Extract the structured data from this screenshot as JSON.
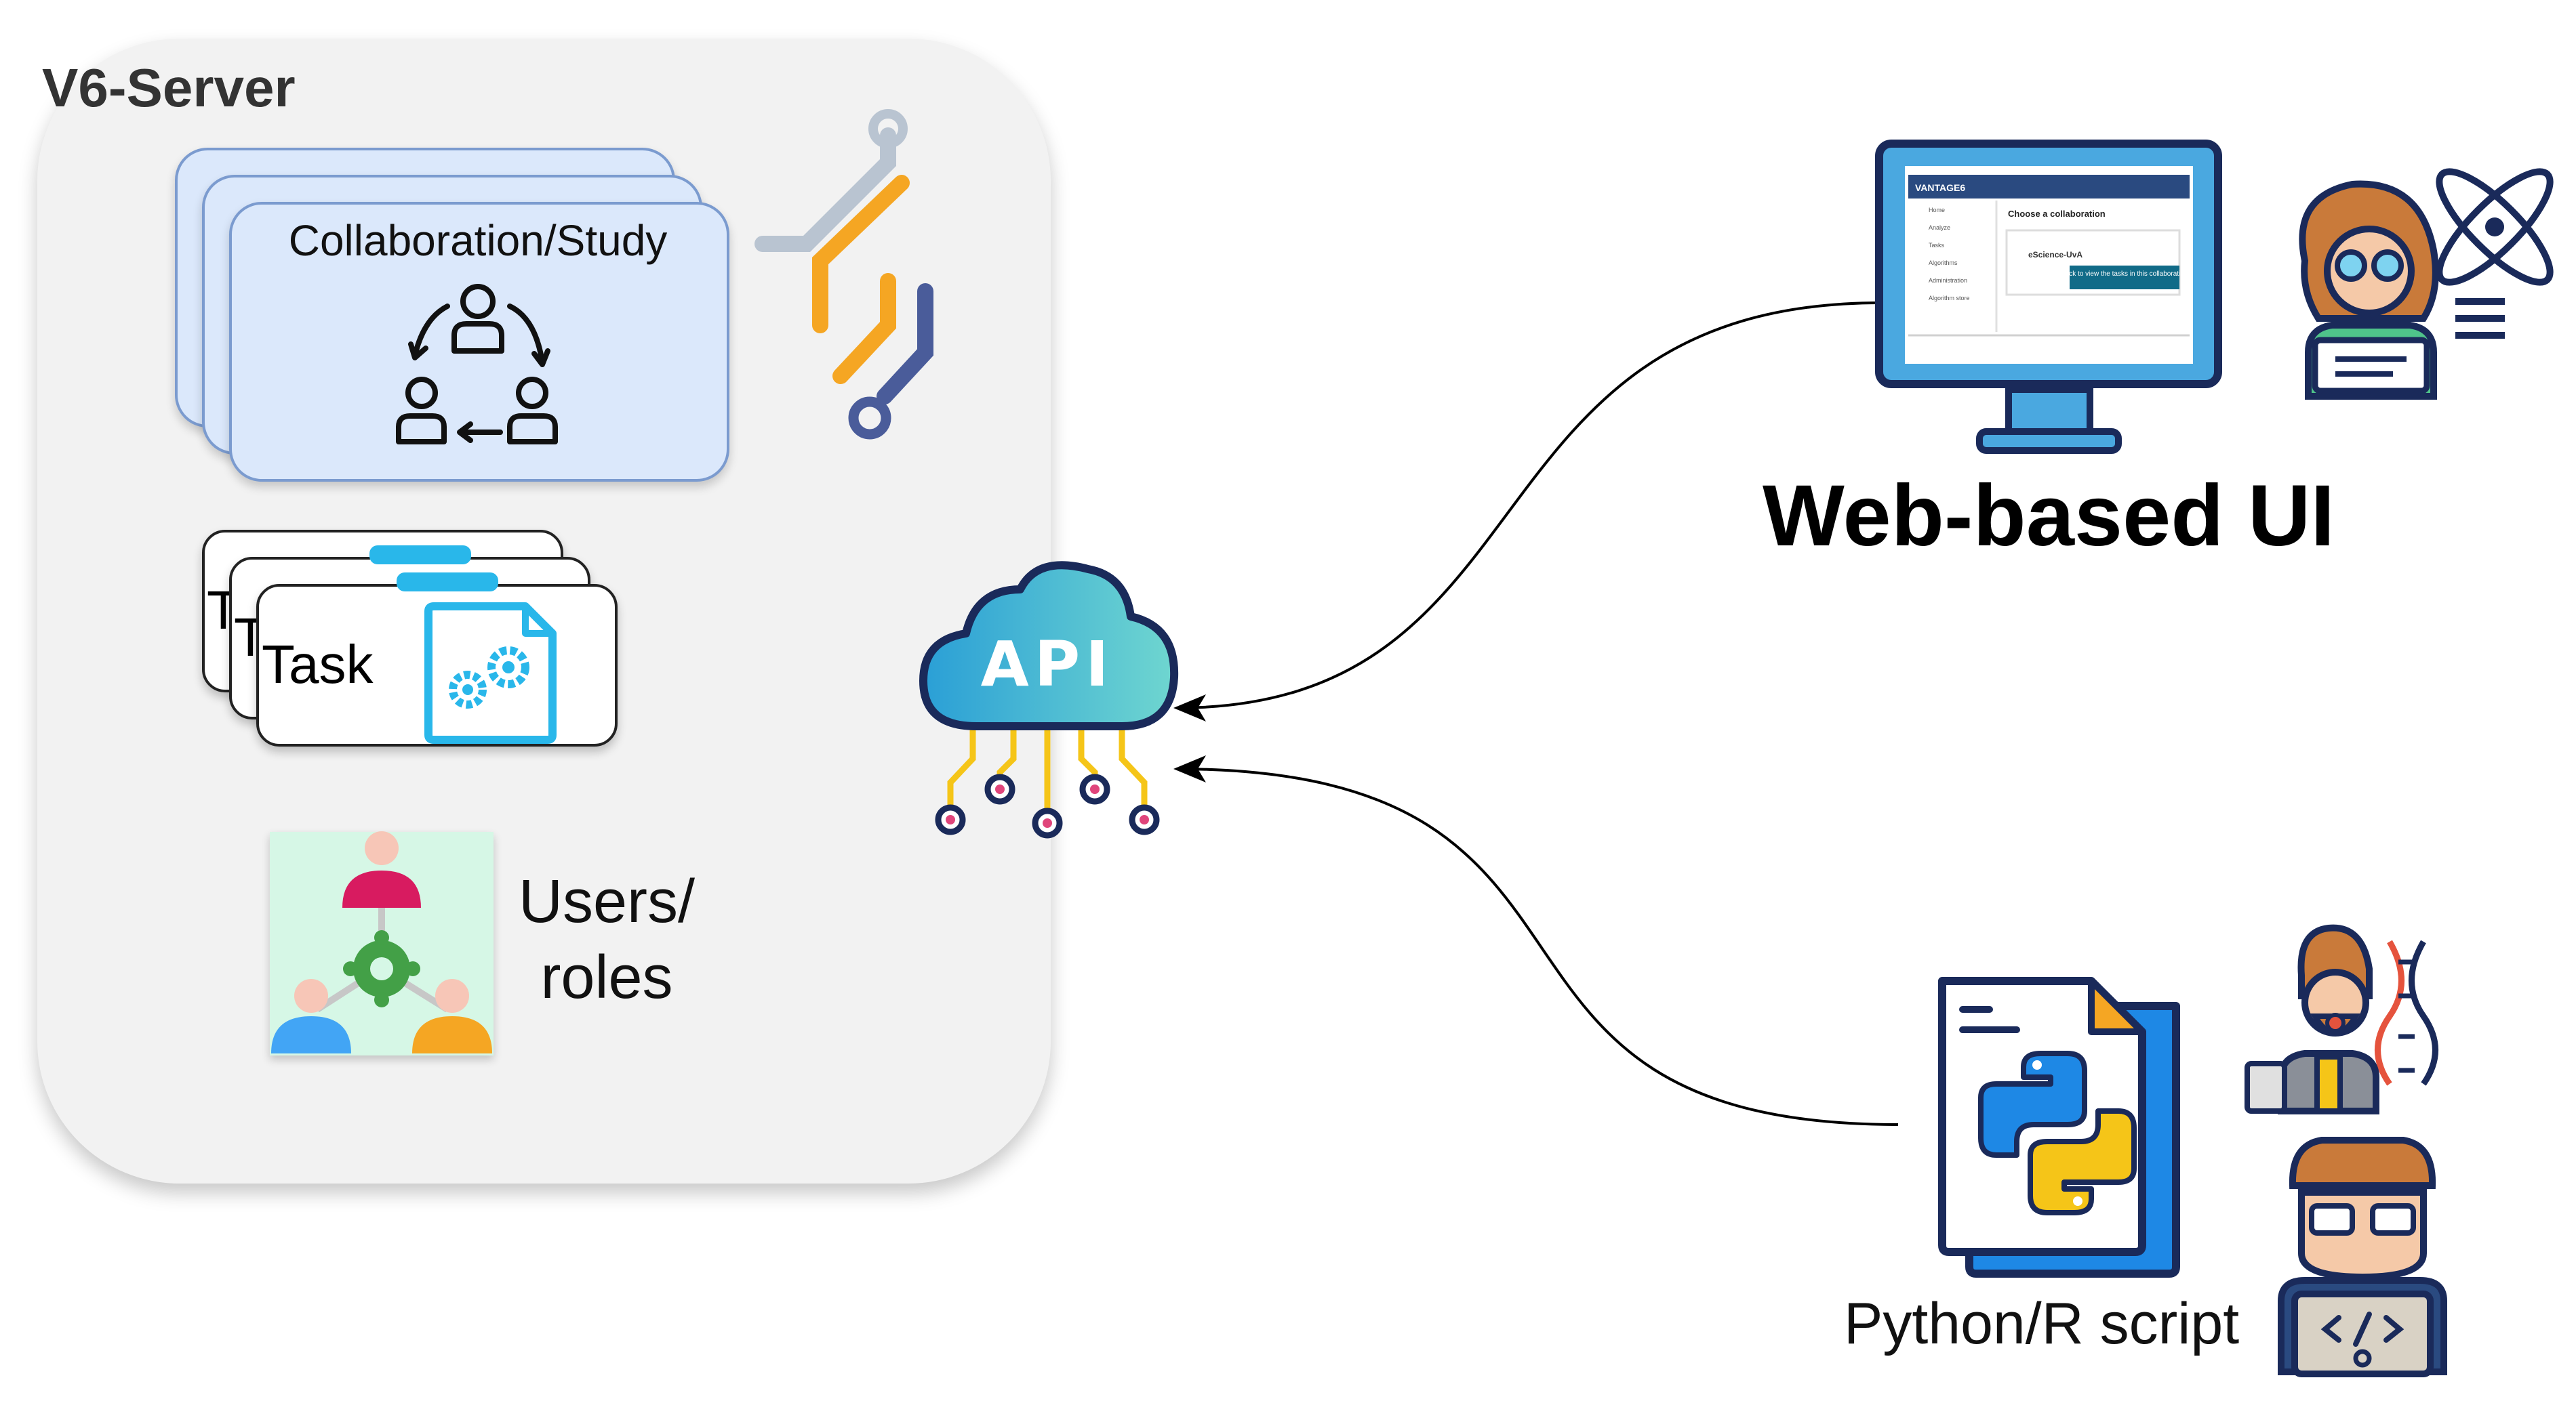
{
  "server": {
    "title": "V6-Server"
  },
  "collaboration": {
    "label": "Collaboration/Study"
  },
  "tasks": {
    "label": "Task",
    "back_fragment_1": "T",
    "back_fragment_2": "T"
  },
  "users": {
    "line1": "Users/",
    "line2": "roles"
  },
  "api": {
    "label": "API"
  },
  "web_ui": {
    "label": "Web-based UI",
    "screen": {
      "brand": "VANTAGE6",
      "nav_items": [
        "Home",
        "Analyze",
        "Tasks",
        "Algorithms",
        "Administration",
        "Algorithm store"
      ],
      "heading": "Choose a collaboration",
      "card_label": "eScience-UvA",
      "tooltip": "Click to view the tasks in this collaboration"
    }
  },
  "script": {
    "label": "Python/R script"
  },
  "colors": {
    "panel": "#f2f2f2",
    "collab_fill": "#dbe8fb",
    "collab_border": "#7b9bcf",
    "task_icon": "#29b7ea",
    "api_cloud": "#2aa4d8",
    "orange": "#f5a623",
    "navy": "#1a2a5a"
  },
  "icons": [
    "vantage6-logo-icon",
    "collaboration-cycle-icon",
    "task-settings-icon",
    "users-roles-icon",
    "api-cloud-icon",
    "monitor-icon",
    "scientist-icon",
    "python-file-icon",
    "researcher-icon",
    "programmer-icon"
  ]
}
